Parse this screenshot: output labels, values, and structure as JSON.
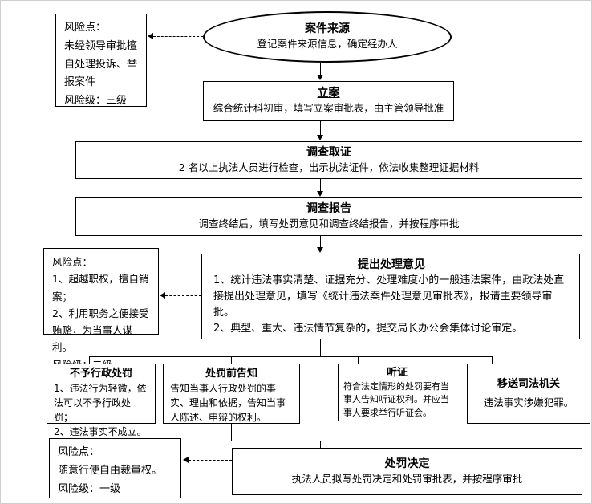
{
  "meta": {
    "background_color": "#ffffff",
    "line_color": "#000000",
    "frame_color": "#cfcfcf"
  },
  "nodes": {
    "source": {
      "title": "案件来源",
      "body": "登记案件来源信息，确定经办人"
    },
    "filing": {
      "title": "立案",
      "body": "综合统计科初审，填写立案审批表，由主管领导批准"
    },
    "evidence": {
      "title": "调查取证",
      "body": "2 名以上执法人员进行检查，出示执法证件，依法收集整理证据材料"
    },
    "report": {
      "title": "调查报告",
      "body": "调查终结后，填写处罚意见和调查终结报告，并按程序审批"
    },
    "opinion": {
      "title": "提出处理意见",
      "line1": "1、统计违法事实清楚、证据充分、处理难度小的一般违法案件，由政法处直接提出处理意见，填写《统计违法案件处理意见审批表》，报请主要领导审批。",
      "line2": "2、典型、重大、违法情节复杂的，提交局长办公会集体讨论审定。"
    },
    "no_penalty": {
      "title": "不予行政处罚",
      "line1": "1、违法行为轻微，依法可以不予行政处罚；",
      "line2": "2、违法事实不成立。"
    },
    "notice": {
      "title": "处罚前告知",
      "body": "告知当事人行政处罚的事实、理由和依据，告知当事人陈述、申辩的权利。"
    },
    "hearing": {
      "title": "听证",
      "body": "符合法定情形的处罚要有当事人告知听证权利。并应当事人要求举行听证会。"
    },
    "transfer": {
      "title": "移送司法机关",
      "body": "违法事实涉嫌犯罪。"
    },
    "decision": {
      "title": "处罚决定",
      "body": "执法人员拟写处罚决定和处罚审批表，并按程序审批"
    }
  },
  "risks": {
    "r1": {
      "label": "风险点：",
      "body": "未经领导审批擅自处理投诉、举报案件",
      "level": "风险级：三级"
    },
    "r2": {
      "label": "风险点：",
      "item1": "1、超越职权，擅自销案；",
      "item2": "2、利用职务之便接受贿赂，为当事人谋利。",
      "level": "风险级：二级"
    },
    "r3": {
      "label": "风险点：",
      "body": "随意行使自由裁量权。",
      "level": "风险级：一级"
    }
  }
}
